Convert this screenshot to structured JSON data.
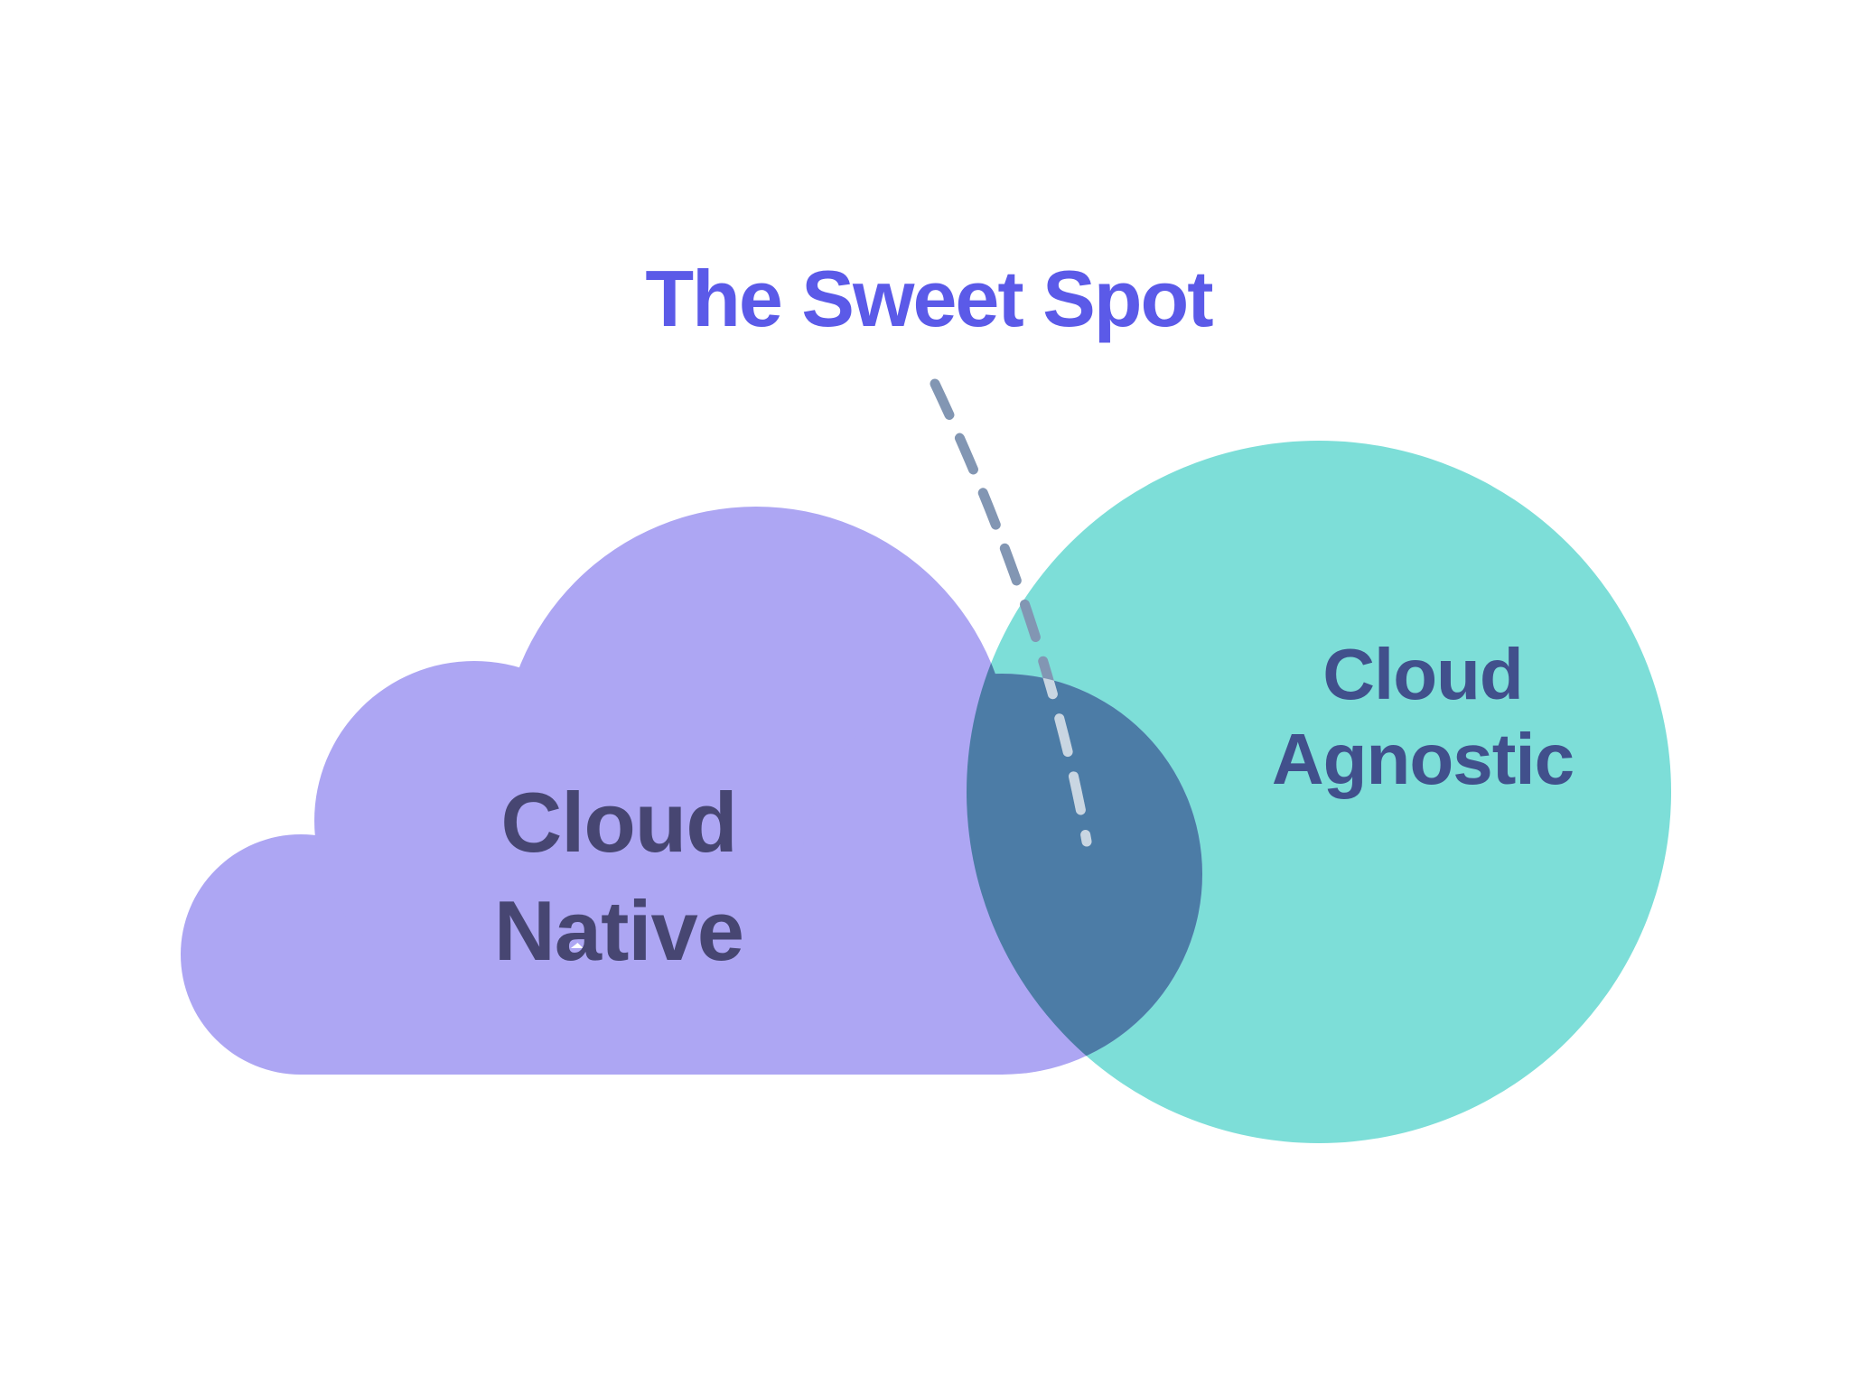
{
  "diagram": {
    "background_color": "#ffffff",
    "title": {
      "text": "The Sweet Spot",
      "color": "#5B5AE8"
    },
    "pointer_line": {
      "style": "dashed",
      "color_over_light": "#8296B3",
      "color_over_overlap": "#C9D6E2"
    },
    "sets": {
      "left": {
        "label_line1": "Cloud",
        "label_line2": "Native",
        "shape": "cloud",
        "fill": "#ADA6F3",
        "text_color": "#474672"
      },
      "right": {
        "label_line1": "Cloud",
        "label_line2": "Agnostic",
        "shape": "circle",
        "fill": "#7DDED8",
        "text_color": "#41508C"
      },
      "overlap": {
        "fill": "#4C7CA6",
        "pointed_at_by": "The Sweet Spot"
      }
    }
  }
}
